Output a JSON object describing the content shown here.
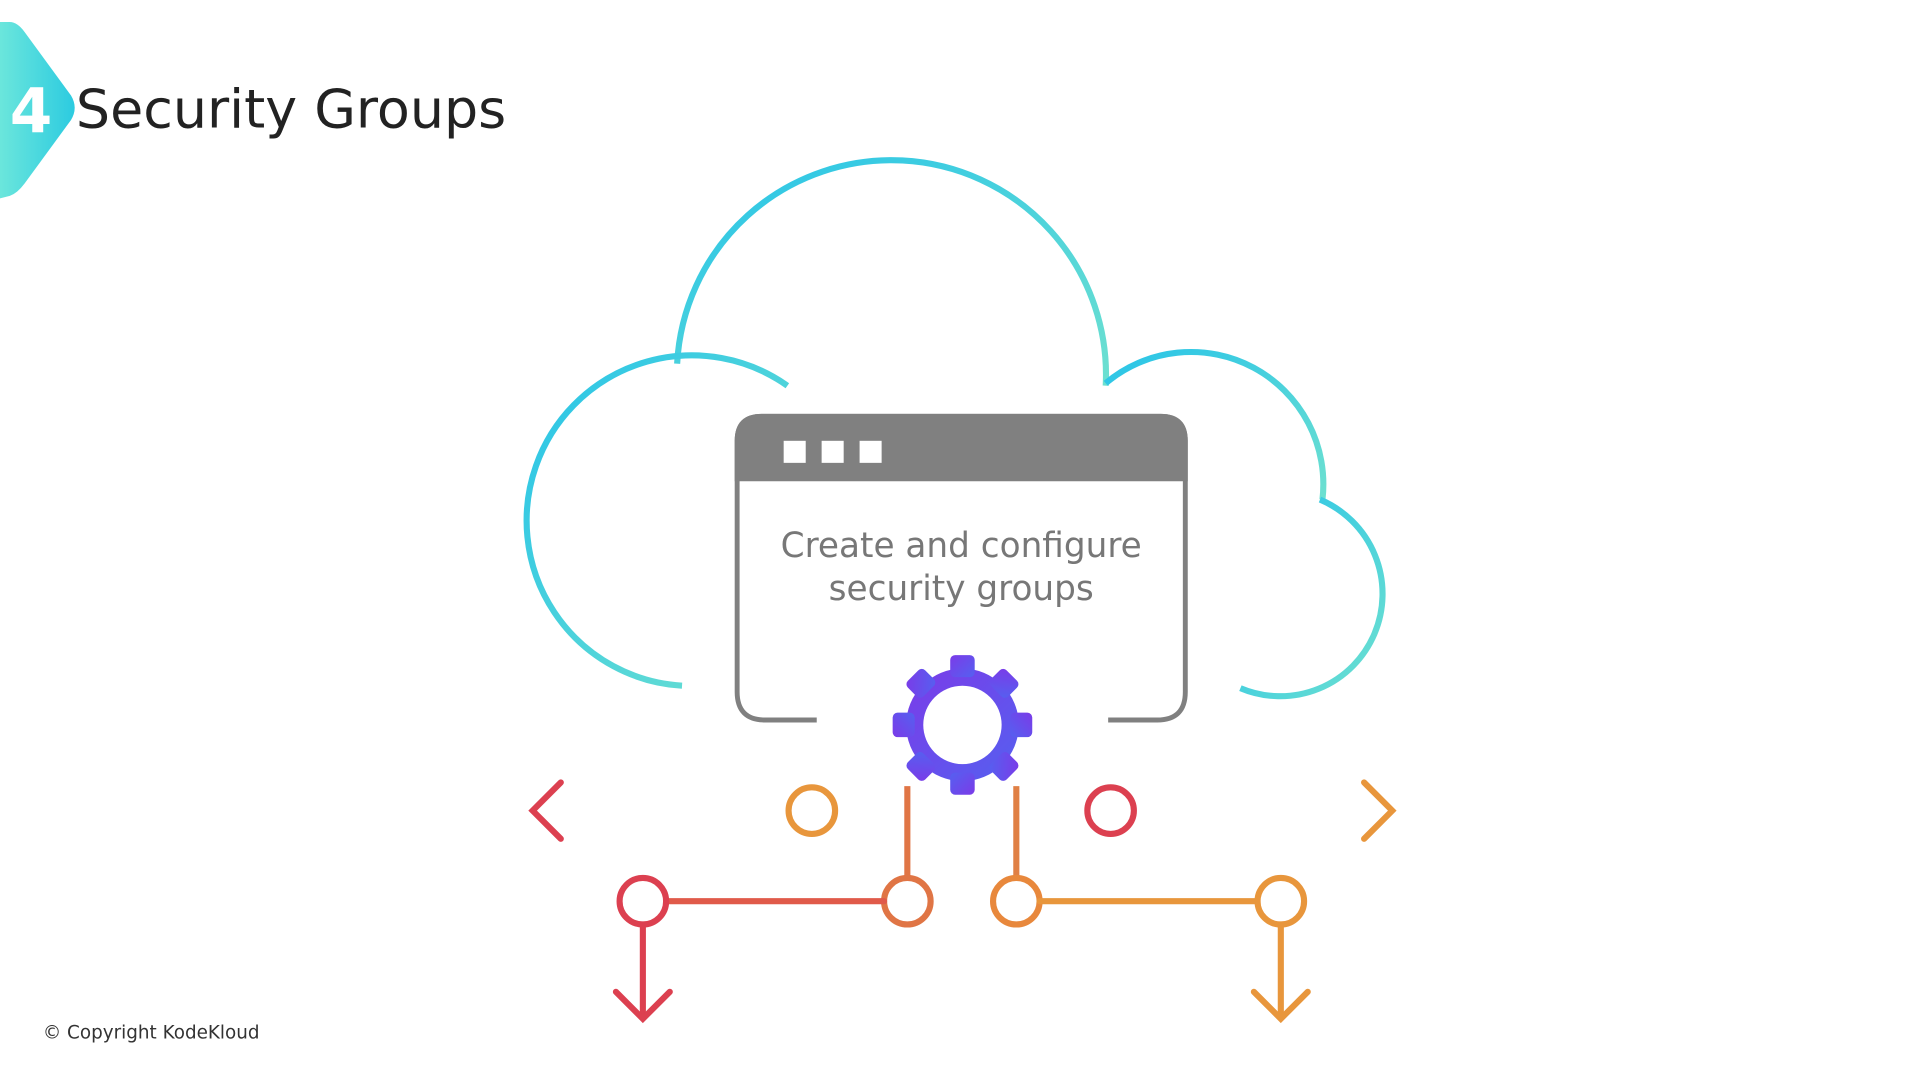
{
  "slide": {
    "section_number": "4",
    "title": "Security Groups",
    "window_text_line1": "Create and configure",
    "window_text_line2": "security groups",
    "copyright": "© Copyright KodeKloud"
  },
  "colors": {
    "cloud_start": "#29c4e8",
    "cloud_end": "#6de0d0",
    "window_gray": "#808080",
    "gear_start": "#7b3be8",
    "gear_end": "#5560f0",
    "red": "#dc4050",
    "orange": "#e8963c"
  }
}
